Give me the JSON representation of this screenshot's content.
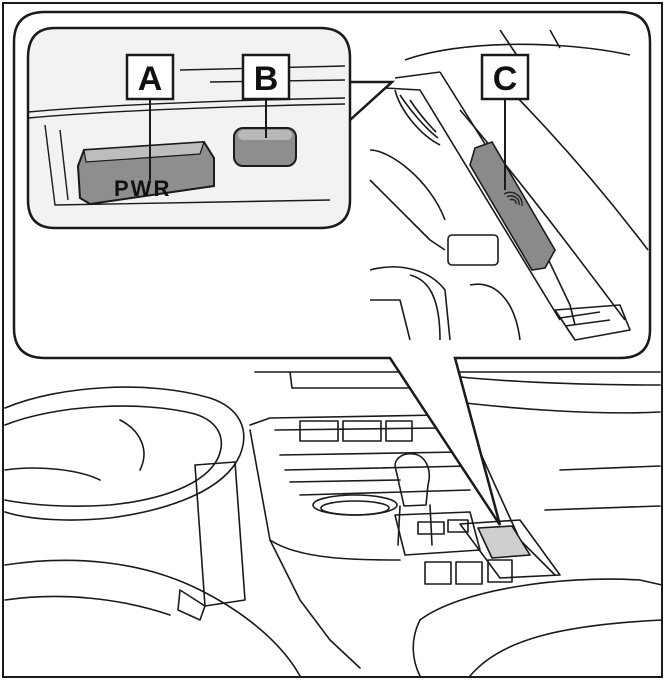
{
  "callouts": {
    "a": {
      "letter": "A"
    },
    "b": {
      "letter": "B"
    },
    "c": {
      "letter": "C"
    }
  },
  "power_switch": {
    "label": "PWR"
  },
  "colors": {
    "line": "#1a1a1a",
    "panel_fill": "#efefef",
    "button_fill": "#8e8e8e",
    "charger_fill": "#8a8a8a"
  },
  "icons": [
    "wireless-charging-icon"
  ]
}
